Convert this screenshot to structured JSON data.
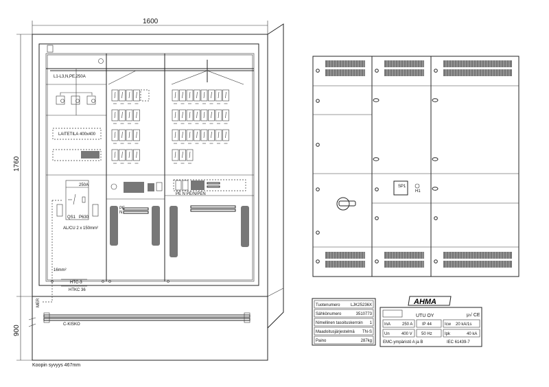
{
  "dimensions": {
    "width": "1600",
    "height_upper": "1760",
    "height_base": "900",
    "depth_note": "Koopin syvyys 467mm"
  },
  "front_view": {
    "busbar_label": "L1-L3,N,PE,250A",
    "device_space_label": "LAITETILA",
    "device_space_size": "400x400",
    "main_switch_rating": "250A",
    "switch_labels": [
      "QS1",
      "P630"
    ],
    "cable_label": "AL/CU 2 x 150mm²",
    "terminal_row_label": "PE N  PE/N/PEN",
    "rail_labels": [
      "PE",
      "N"
    ],
    "bottom_labels": [
      "HTC-3",
      "HTKC 36"
    ],
    "base_label": "C-KISKO",
    "small_labels": [
      "16mm²",
      "MER"
    ]
  },
  "door_view": {
    "meter_label": "SP1",
    "lamp_label": "H1"
  },
  "spec_table": {
    "rows": [
      {
        "key": "Tuotenumero",
        "value": "LJK25236X"
      },
      {
        "key": "Sähkönumero",
        "value": "3510773"
      },
      {
        "key": "Nimellinen tasoituskerroin",
        "value": "1"
      },
      {
        "key": "Maadoitusjärjestelmä",
        "value": "TN-S"
      },
      {
        "key": "Paino",
        "value": "287kg"
      }
    ]
  },
  "nameplate": {
    "brand": "AHMA",
    "maker": "UTU OY",
    "marks": "µ√ CE",
    "inA": "InA",
    "inA_val": "250 A",
    "ip": "IP 44",
    "icw": "Icw",
    "icw_val": "20 kA/1s",
    "un": "Un",
    "un_val": "400 V",
    "freq": "50 Hz",
    "ipk": "Ipk",
    "ipk_val": "40 kA",
    "emc": "EMC-ympäristö  A ja B",
    "standard": "IEC 61439-7"
  }
}
